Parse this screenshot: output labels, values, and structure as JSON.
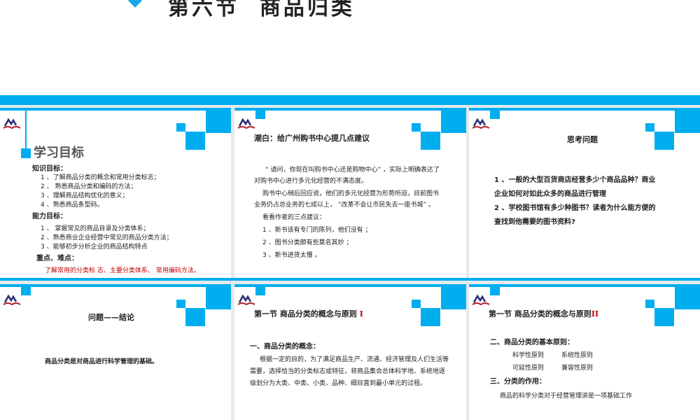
{
  "header": {
    "title": "第六节  商品归类"
  },
  "slides": [
    {
      "title": "学习目标",
      "knowledge_label": "知识目标：",
      "knowledge": [
        "1 、了解商品分类的概念和常用分类标志；",
        "2 、 熟悉商品分类和编码的方法；",
        "3 、理解商品结构优化的意义；",
        "4 、熟悉商品条型码。"
      ],
      "ability_label": "能力目标：",
      "ability": [
        "1 、 掌握常见的商品目录及分类体系；",
        "2 、熟悉商业企业经营中常见的商品分类方法；",
        "3 、能够初步分析企业的商品结构特点"
      ],
      "key_label": "重点、难点：",
      "key_text": "了解常用的分类标 志、主要分类体系、 常用编码方法。"
    },
    {
      "title": "潮白：给广州购书中心提几点建议",
      "lines": [
        "“ 请问，你现在叫购书中心还是购物中心” ，实际上明确表达了",
        "对购书中心进行多元化经营的不满态度。",
        "购书中心稍后回应说，他们的多元化经营为形势所迫，目前图书",
        "业务仍占总业务的七成以上， “改革不会让市民失去一座书城” 。",
        "看看作者的三点建议：",
        "1 、新书该有专门的陈列，他们没有 ；",
        "2 、图书分类颇有些莫名其妙 ；",
        "3 、新书进货太慢 。"
      ]
    },
    {
      "title": "思考问题",
      "lines": [
        "1 、一般的大型百货商店经营多少个商品品种？商业",
        "企业如何对如此众多的商品进行管理",
        "2 、学校图书馆有多少种图书？读者为什么能方便的",
        "查找到他需要的图书资料?"
      ]
    },
    {
      "title": "问题——结论",
      "text": "商品分类是对商品进行科学管理的基础。"
    },
    {
      "title": "第一节 商品分类的概念与原则",
      "numeral": "I",
      "heading": "一、商品分类的概念：",
      "lines": [
        "根据一定的目的，为了满足商品生产、流通、经济管理及人们生活等",
        "需要，选择恰当的分类标志或特征，将商品集合总体科学地、系统地逐",
        "级划分为大类、中类、小类、品种、细目直到最小单元的过程。"
      ]
    },
    {
      "title": "第一节 商品分类的概念与原则",
      "numeral": "II",
      "heading": "二、商品分类的基本原则：",
      "principles": [
        "科学性原则",
        "系统性原则",
        "可延性原则",
        "兼容性原则"
      ],
      "heading2": "三、分类的作用：",
      "text": "商品的科学分类对于经营管理讲是一项基础工作"
    }
  ],
  "colors": {
    "accent": "#00aeef",
    "red": "#c00000"
  }
}
